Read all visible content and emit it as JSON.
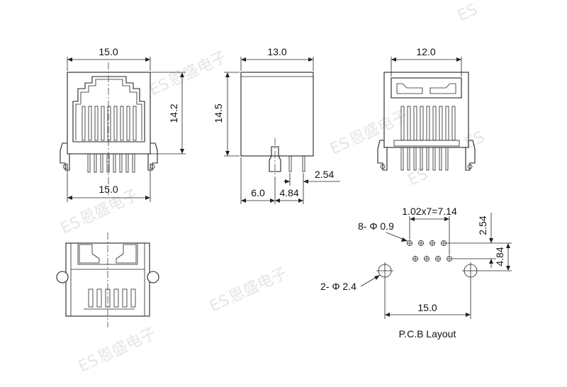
{
  "views": {
    "front": {
      "width_top": "15.0",
      "width_bottom": "15.0",
      "height": "14.2"
    },
    "side": {
      "width": "13.0",
      "height": "14.5",
      "offset": "6.0",
      "pin_spacing": "4.84",
      "pitch": "2.54"
    },
    "rear": {
      "width": "12.0"
    }
  },
  "pcb_layout": {
    "caption": "P.C.B Layout",
    "pin_holes": "8- Φ 0.9",
    "pitch_total": "1.02x7=7.14",
    "peg_holes": "2- Φ 2.4",
    "row_pitch": "2.54",
    "row_offset": "4.84",
    "peg_spacing": "15.0"
  },
  "watermark": {
    "letters": "ES",
    "cjk": "恩盛电子"
  }
}
